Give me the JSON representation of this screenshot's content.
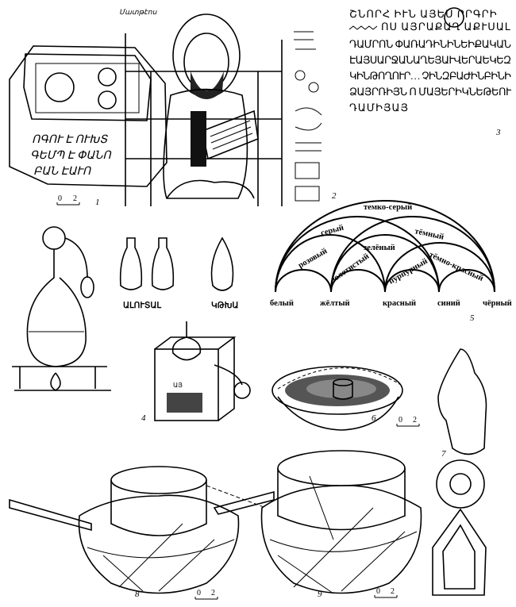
{
  "figure_numbers": [
    "1",
    "2",
    "3",
    "4",
    "5",
    "6",
    "7",
    "8",
    "9"
  ],
  "scale_bar": {
    "zero": "0",
    "two": "2"
  },
  "fig1": {
    "inscription": [
      "ՈԳՈՒ Է ՈՒԽՏ",
      "ԳԵՄՊ Է ՓԱՆՈ",
      "ԲԱՆ ԷԱՒՈ"
    ]
  },
  "fig2": {
    "caption_top": "Մատթէոս"
  },
  "fig3": {
    "lines": [
      "ՇՆՈՐՀ ԻՒՆ ԱՅԵՍ ՐՐԳՐԻ",
      "ՈՍ ԱՅՐԱՔԱՂ ԱՔՒՍԱԼ",
      "ԴԱՄՐՈՆ ՓԱՌԱԴԻՆԻՆԵԻՔԱԿԱՆ",
      "ԷԱՅՍԱՐՋԱՆԱՂԵՅԱՒՎԵՐԱԵԿԵԶ",
      "ԿԻՆԹՈՂՈՒՐ… ՉԻՆԶԲԱԺԻՆԲԻՆԻ",
      "ՁԱՅՐՌԻՅՆ Ո ՄԱՅԵՐԻԿՆԵԹԵՈՒ",
      "ԴԱՄԻՅԱՅ"
    ]
  },
  "fig4": {
    "label_left": "ԱԼՈՒՏԱԼ",
    "label_right": "ԿԹԽԱ",
    "box_mark": "ԱՅ"
  },
  "fig5": {
    "base_colors": [
      "белый",
      "жёлтый",
      "красный",
      "синий",
      "чёрный"
    ],
    "mixes": {
      "temno_sery": "темко-серый",
      "sery": "серый",
      "temny": "тёмный",
      "zeleny": "зелёный",
      "rozovy": "розовый",
      "temno_krasny": "тёмно-красный",
      "zolotisty": "золотистый",
      "purpurny": "пурпурный"
    }
  }
}
